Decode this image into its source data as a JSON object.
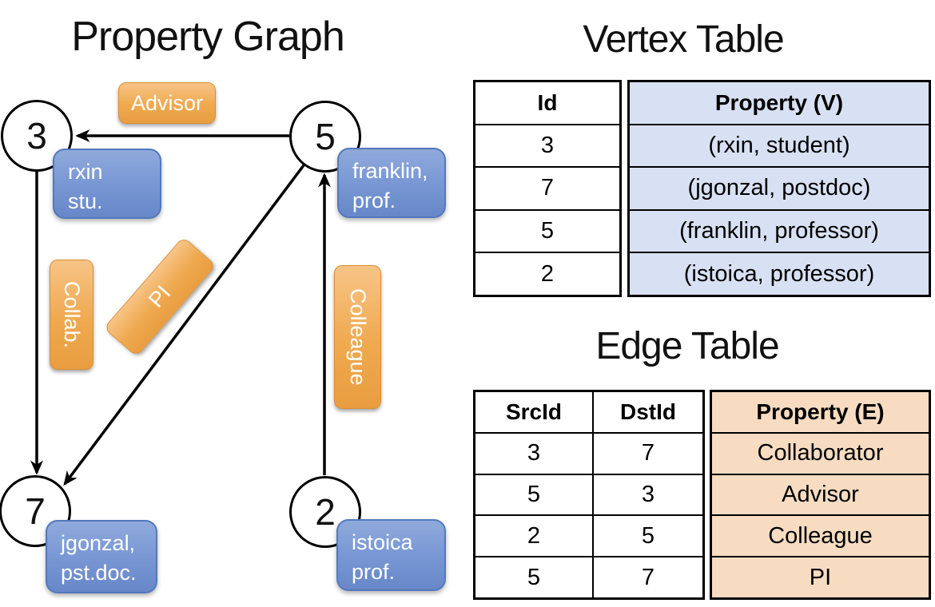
{
  "titles": {
    "graph": "Property Graph",
    "vertex_table": "Vertex Table",
    "edge_table": "Edge Table"
  },
  "graph": {
    "nodes": [
      {
        "id": "3",
        "property_lines": [
          "rxin",
          "stu."
        ]
      },
      {
        "id": "5",
        "property_lines": [
          "franklin,",
          "prof."
        ]
      },
      {
        "id": "7",
        "property_lines": [
          "jgonzal,",
          "pst.doc."
        ]
      },
      {
        "id": "2",
        "property_lines": [
          "istoica",
          "prof."
        ]
      }
    ],
    "edge_labels": [
      {
        "text": "Advisor"
      },
      {
        "text": "Collab."
      },
      {
        "text": "PI"
      },
      {
        "text": "Colleague"
      }
    ]
  },
  "vertex_table": {
    "headers": {
      "id": "Id",
      "property": "Property (V)"
    },
    "rows": [
      {
        "id": "3",
        "property": "(rxin, student)"
      },
      {
        "id": "7",
        "property": "(jgonzal, postdoc)"
      },
      {
        "id": "5",
        "property": "(franklin, professor)"
      },
      {
        "id": "2",
        "property": "(istoica, professor)"
      }
    ]
  },
  "edge_table": {
    "headers": {
      "src": "SrcId",
      "dst": "DstId",
      "property": "Property (E)"
    },
    "rows": [
      {
        "src": "3",
        "dst": "7",
        "property": "Collaborator"
      },
      {
        "src": "5",
        "dst": "3",
        "property": "Advisor"
      },
      {
        "src": "2",
        "dst": "5",
        "property": "Colleague"
      },
      {
        "src": "5",
        "dst": "7",
        "property": "PI"
      }
    ]
  },
  "colors": {
    "edge_label_orange": "#efa94f",
    "vertex_card_blue": "#7b99d5",
    "vertex_table_fill": "#d8e1f3",
    "edge_table_fill": "#f7dcc1",
    "line_black": "#000000",
    "node_fill": "#ffffff"
  }
}
